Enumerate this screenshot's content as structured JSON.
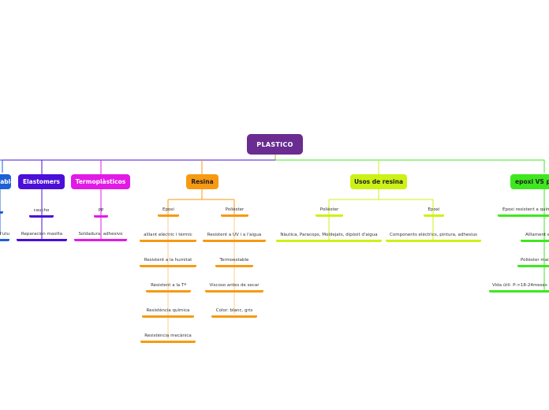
{
  "root": {
    "label": "PLASTICO",
    "color": "#6a2c91"
  },
  "branches": [
    {
      "key": "termoestables",
      "label": "Termoestables",
      "color": "#1f5fd6",
      "text_color": "#ffffff"
    },
    {
      "key": "elastomers",
      "label": "Elastomers",
      "color": "#4b0fd8",
      "text_color": "#ffffff"
    },
    {
      "key": "termoplasticos",
      "label": "Termoplàsticos",
      "color": "#e21ae6",
      "text_color": "#ffffff"
    },
    {
      "key": "resina",
      "label": "Resina",
      "color": "#f79a12",
      "text_color": "#222222"
    },
    {
      "key": "usos_resina",
      "label": "Usos de resina",
      "color": "#ccf215",
      "text_color": "#222222"
    },
    {
      "key": "epoxi_vs",
      "label": "epoxi VS poliéster",
      "color": "#3ee81e",
      "text_color": "#222222"
    }
  ],
  "termoestables": {
    "items": [
      "",
      "Aïllants elèctrics, Baquelita, Pots d'utu"
    ]
  },
  "elastomers": {
    "items": [
      "caucho",
      "Reparacion masilla"
    ]
  },
  "termoplasticos": {
    "items": [
      "PP",
      "Soldadura, adhesivo"
    ]
  },
  "resina": {
    "epoxi": {
      "label": "Epoxi",
      "items": [
        "aïllant elèctric i tèrmic",
        "Resistent a la humitat",
        "Resistent a la Tª",
        "Resistència química",
        "Resistència mecànica"
      ]
    },
    "poliester": {
      "label": "Polièster",
      "items": [
        "Resistent a UV i a l'aigua",
        "Termoestable",
        "Viscoso antes de secar",
        "Color: blanc, gris"
      ]
    }
  },
  "usos_resina": {
    "poliester": {
      "label": "Polièster",
      "items": [
        "Nàutica, Paracops, Moldejats, dipòsit d'aigua"
      ]
    },
    "epoxi": {
      "label": "Epoxi",
      "items": [
        "Components elèctrics, pintura, adhesius"
      ]
    }
  },
  "epoxi_vs": {
    "items": [
      "Epoxi resistent a química i aigua",
      "Aïllament elèctric i tèrmic",
      "Polièster mai a contacte",
      "Vida útil: P->18-24meses"
    ]
  }
}
